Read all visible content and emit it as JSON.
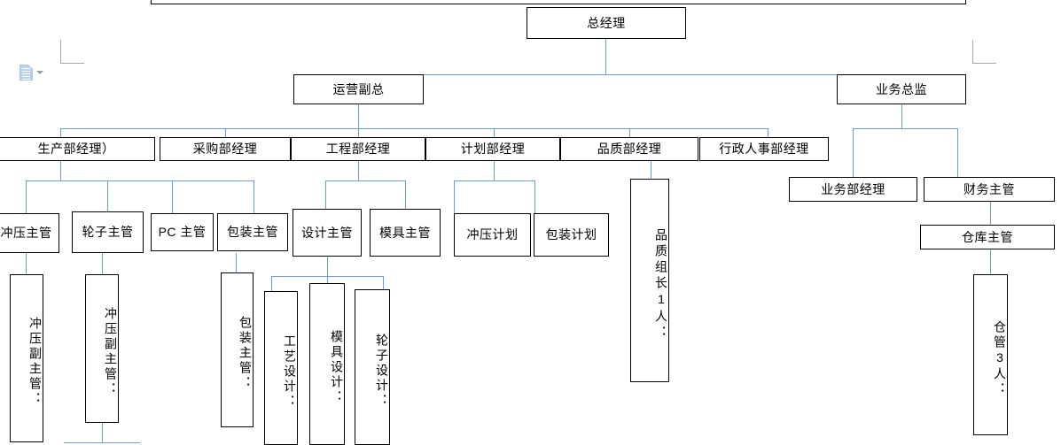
{
  "document": {
    "app": "word-document-canvas",
    "paste_options": {
      "icon": "paste-document-icon",
      "caret": "chevron-down-icon"
    }
  },
  "colors": {
    "connector": "#6a9edb",
    "box_border": "#000000",
    "background": "#ffffff",
    "margin_mark": "#a6a6a6"
  },
  "org_chart": {
    "title_banner": "",
    "level_1": {
      "label": "总经理"
    },
    "level_2": [
      {
        "label": "运营副总"
      },
      {
        "label": "业务总监"
      }
    ],
    "level_3_operations": [
      {
        "label": "生产部经理）"
      },
      {
        "label": "采购部经理"
      },
      {
        "label": "工程部经理"
      },
      {
        "label": "计划部经理"
      },
      {
        "label": "品质部经理"
      },
      {
        "label": "行政人事部经理"
      }
    ],
    "level_3_business": [
      {
        "label": "业务部经理"
      },
      {
        "label": "财务主管"
      }
    ],
    "level_4_production": [
      {
        "label": "冲压主管"
      },
      {
        "label": "轮子主管"
      },
      {
        "label": "PC 主管"
      },
      {
        "label": "包装主管"
      }
    ],
    "level_4_engineering": [
      {
        "label": "设计主管"
      },
      {
        "label": "模具主管"
      }
    ],
    "level_4_planning": [
      {
        "label": "冲压计划"
      },
      {
        "label": "包装计划"
      }
    ],
    "level_4_quality": [
      {
        "label": "品质组长1人："
      }
    ],
    "level_4_finance": [
      {
        "label": "仓库主管"
      }
    ],
    "level_5_production": [
      {
        "label": "冲压副主管："
      },
      {
        "label": "冲压副主管："
      },
      {
        "label": "包装主管："
      }
    ],
    "level_5_design": [
      {
        "label": "工艺设计："
      },
      {
        "label": "模具设计："
      },
      {
        "label": "轮子设计："
      }
    ],
    "level_5_warehouse": [
      {
        "label": "仓管3人："
      }
    ]
  }
}
